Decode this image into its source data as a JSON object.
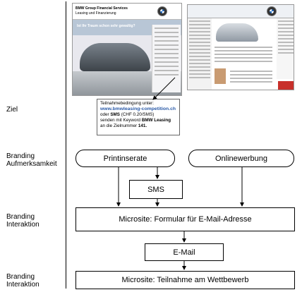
{
  "row_labels": {
    "ziel": "Ziel",
    "branding_aufmerksamkeit": [
      "Branding",
      "Aufmerksamkeit"
    ],
    "branding_interaktion_1": [
      "Branding",
      "Interaktion"
    ],
    "branding_interaktion_2": [
      "Branding",
      "Interaktion"
    ]
  },
  "boxes": {
    "printinserate": "Printinserate",
    "onlinewerbung": "Onlinewerbung",
    "sms": "SMS",
    "microsite_formular": "Microsite: Formular für E-Mail-Adresse",
    "email": "E-Mail",
    "microsite_teilnahme": "Microsite: Teilnahme am Wettbewerb"
  },
  "ad_print": {
    "header_title": "BMW Group Financial Services",
    "header_sub": "Leasing und Finanzierung",
    "banner_text": "Ist Ihr Traum schon sehr gewaltig?"
  },
  "callout": {
    "line1": "Teilnahmebedingung unter:",
    "line2": "www.bmwleasing-competition.ch",
    "line3_pre": "oder ",
    "line3_bold": "SMS",
    "line3_post": " (CHF 0.20/SMS)",
    "line4_pre": "senden mit Keyword ",
    "line4_bold": "BMW Leasing",
    "line5_pre": "an die Zielnummer ",
    "line5_bold": "141."
  }
}
